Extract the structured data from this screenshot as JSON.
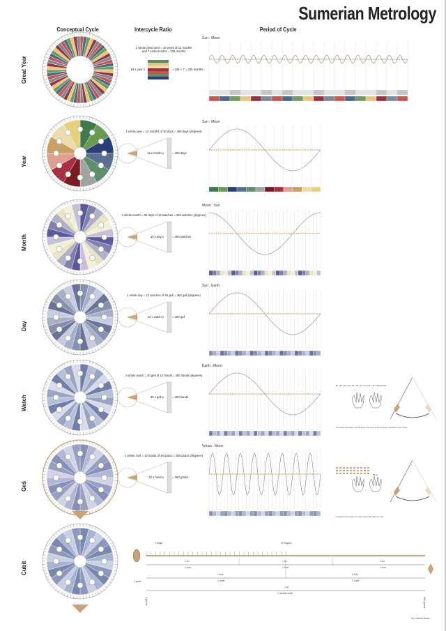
{
  "title": "Sumerian Metrology",
  "columns": {
    "conceptual": "Conceptual Cycle",
    "ratio": "Intercycle Ratio",
    "period": "Period of Cycle"
  },
  "rows": [
    {
      "label": "Great Year",
      "eq1": "1 whole great year = 19 years of 12 months",
      "eq2": "and 7 extra months = 235 months",
      "calc_left": "19 x year x",
      "calc_right": "= 228 + 7 = 235 months",
      "chart_title": "Sun : Moon",
      "wheel": [
        "#c9564a",
        "#4a6a8a",
        "#6f9a5b",
        "#e6c77a",
        "#9a3040",
        "#7a8a9a"
      ],
      "cycles": 19
    },
    {
      "label": "Year",
      "eq1": "1 whole year = 12 months of 30 days = 360 days (degrees)",
      "eq2": "",
      "calc_left": "12 x month x",
      "calc_right": "= 360 days",
      "chart_title": "Sun : Moon",
      "wheel": [
        "#3f7a4a",
        "#6a9a50",
        "#2a3f78",
        "#5a7090",
        "#5f8f6a",
        "#a0a4a0",
        "#7a1a24",
        "#a83040",
        "#e0a090",
        "#c8a060",
        "#efdcae",
        "#e7d07a"
      ],
      "cycles": 1
    },
    {
      "label": "Month",
      "eq1": "1 whole month = 30 days of 12 watches = 360 watches (degrees)",
      "eq2": "",
      "calc_left": "30 x day x",
      "calc_right": "= 360 watches",
      "chart_title": "Moon : Sun",
      "wheel": [
        "#5a5a9a",
        "#8080b0",
        "#b0b0c8",
        "#e8e4c8",
        "#f4f0d8",
        "#c8c0d8"
      ],
      "cycles": 1
    },
    {
      "label": "Day",
      "eq1": "1 whole day = 12 watches of 30 geš = 360 geš (degrees)",
      "eq2": "",
      "calc_left": "12 x watch x",
      "calc_right": "= 360 geš",
      "chart_title": "Sun : Earth",
      "wheel": [
        "#8890b0",
        "#a8b0c8",
        "#c8cce0",
        "#6a7498"
      ],
      "cycles": 1
    },
    {
      "label": "Watch",
      "eq1": "1 whole watch = 30 geš of 12 hands = 360 hands (degrees)",
      "eq2": "",
      "calc_left": "30 x geš x",
      "calc_right": "= 360 hands",
      "chart_title": "Earth : Moon",
      "wheel": [
        "#7080a8",
        "#b8c0d8",
        "#9aa4c4",
        "#d8dcea"
      ],
      "cycles": 1
    },
    {
      "label": "Geš",
      "eq1": "1 whole Geš = 12 hands of 30 grains = 360 grains (degrees)",
      "eq2": "",
      "calc_left": "12 x hand x",
      "calc_right": "= 360 grains",
      "chart_title": "Venus : Moon",
      "wheel": [
        "#8890b8",
        "#b0b8d4",
        "#d0d4e6",
        "#98a0c0"
      ],
      "cycles": 8
    },
    {
      "label": "Cubit",
      "wheel": [
        "#7a88b0",
        "#a8b4d0",
        "#c8d0e4",
        "#8c98bc"
      ]
    }
  ],
  "cubit": {
    "finger": "1 finger",
    "grains_30": "30 fingers",
    "grain": "1 grain",
    "foot_sum": "1 šu",
    "foot": "1 foot",
    "cubit_sum": "1 kuš",
    "cubit": "1 cubit",
    "double_sum": "1 gi",
    "double": "1 double-cubit",
    "start": "0 grains",
    "end": "360 grains"
  },
  "notes": {
    "watch": "The hands and fingers hold 30 grains; the swing of the pendulum measures a geš of time.",
    "watch_count": "3s + 3s + 3s + 3s + 3s + 3s + 3s + 3s + 3s + 3s = 30 seconds",
    "ges_count": "30 šu",
    "ges": "A pendulum the length of a cubit swings 360 grains per geš."
  },
  "author": "by Lorenzo Bruni",
  "colors": {
    "accent": "#c9a27a",
    "grid": "#dddddd",
    "wave": "#888888"
  }
}
